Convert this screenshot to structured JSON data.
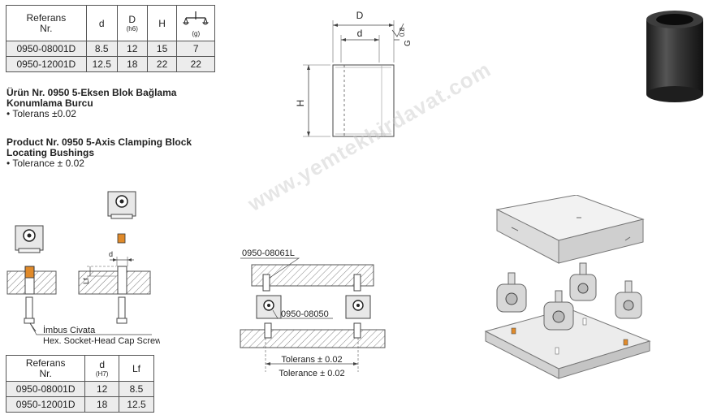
{
  "table1": {
    "headers": [
      "Referans\nNr.",
      "d",
      "D",
      "H",
      ""
    ],
    "header_sub": {
      "D": "(h6)",
      "weight": "(g)"
    },
    "rows": [
      [
        "0950-08001D",
        "8.5",
        "12",
        "15",
        "7"
      ],
      [
        "0950-12001D",
        "12.5",
        "18",
        "22",
        "22"
      ]
    ]
  },
  "product_tr": {
    "title_1": "Ürün Nr. 0950  5-Eksen Blok Bağlama",
    "title_2": "Konumlama Burcu",
    "tolerance": "• Tolerans ±0.02"
  },
  "product_en": {
    "title_1": "Product Nr. 0950  5-Axis Clamping Block",
    "title_2": "Locating Bushings",
    "tolerance": "• Tolerance ± 0.02"
  },
  "drawing1": {
    "label_D": "D",
    "label_d": "d",
    "label_H": "H",
    "label_G": "G",
    "label_08": "0.8"
  },
  "drawing2": {
    "label_d": "d",
    "label_Lf": "Lf",
    "screw_tr": "İmbus Civata",
    "screw_en": "Hex. Socket-Head Cap Screw"
  },
  "table2": {
    "headers": [
      "Referans\nNr.",
      "d",
      "Lf"
    ],
    "header_sub": {
      "d": "(H7)"
    },
    "rows": [
      [
        "0950-08001D",
        "12",
        "8.5"
      ],
      [
        "0950-12001D",
        "18",
        "12.5"
      ]
    ]
  },
  "drawing3": {
    "part_top": "0950-08061L",
    "part_mid": "0950-08050",
    "tol_tr": "Tolerans ± 0.02",
    "tol_en": "Tolerance ± 0.02"
  },
  "watermark": "www.yemtekhirdavat.com"
}
